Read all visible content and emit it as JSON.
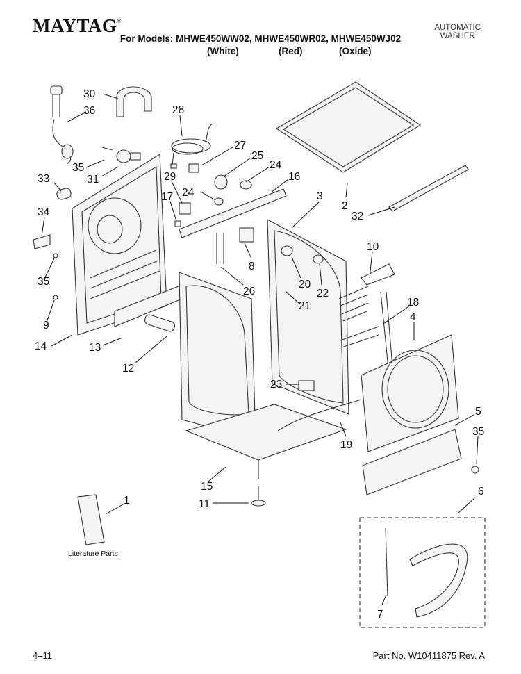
{
  "header": {
    "brand": "MAYTAG",
    "registered_mark": "®",
    "models_line": "For Models: MHWE450WW02, MHWE450WR02, MHWE450WJ02",
    "variants": [
      "(White)",
      "(Red)",
      "(Oxide)"
    ],
    "doc_type_line1": "AUTOMATIC",
    "doc_type_line2": "WASHER"
  },
  "diagram": {
    "callouts": [
      "30",
      "36",
      "28",
      "35",
      "31",
      "27",
      "25",
      "24",
      "16",
      "33",
      "29",
      "24",
      "17",
      "3",
      "34",
      "2",
      "32",
      "10",
      "35",
      "20",
      "22",
      "8",
      "26",
      "21",
      "9",
      "18",
      "4",
      "14",
      "13",
      "12",
      "23",
      "5",
      "35",
      "19",
      "15",
      "11",
      "1",
      "6",
      "7"
    ],
    "literature_label": "Literature Parts"
  },
  "footer": {
    "page_number": "4–11",
    "part_number": "Part No. W10411875 Rev. A"
  }
}
